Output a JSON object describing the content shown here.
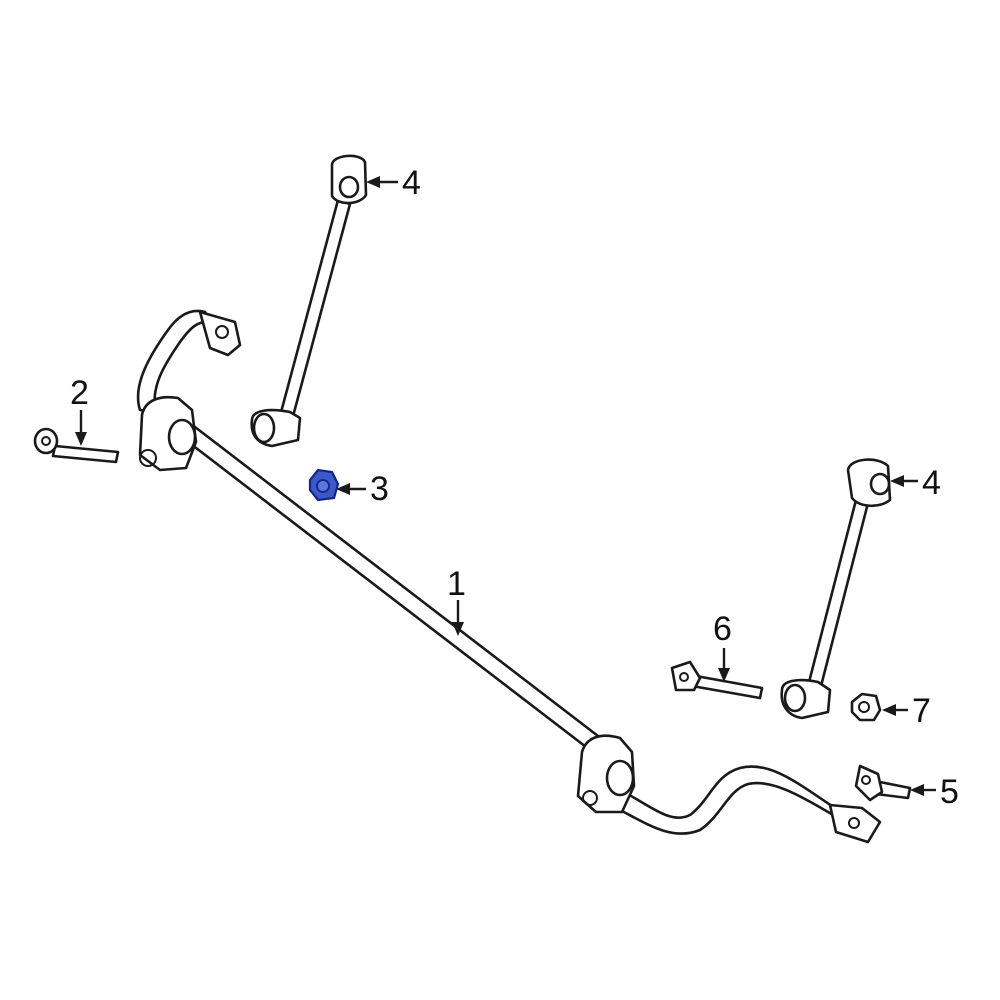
{
  "callouts": [
    {
      "id": "1",
      "label": "1"
    },
    {
      "id": "2",
      "label": "2"
    },
    {
      "id": "3",
      "label": "3"
    },
    {
      "id": "4a",
      "label": "4"
    },
    {
      "id": "4b",
      "label": "4"
    },
    {
      "id": "5",
      "label": "5"
    },
    {
      "id": "6",
      "label": "6"
    },
    {
      "id": "7",
      "label": "7"
    }
  ],
  "colors": {
    "line": "#1a1a1a",
    "highlight": "#3b59c9"
  },
  "highlighted_part": "3"
}
